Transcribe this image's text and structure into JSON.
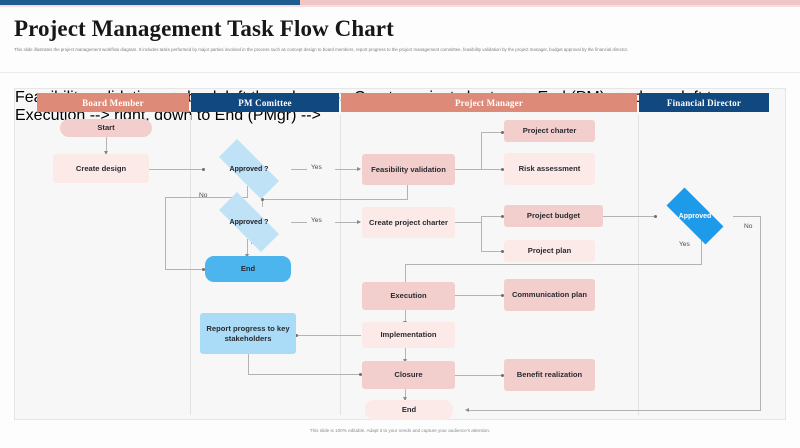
{
  "header": {
    "title": "Project Management Task Flow Chart",
    "subtitle": "This slide illustrates the project management workflow diagram. It includes tasks performed by major parties involved in the process such as concept design to board members, report progress to the project management committee, feasibility validation by the project manager, budget approval by the financial director."
  },
  "footer": {
    "note": "This slide is 100% editable. Adapt it to your needs and capture your audience's attention."
  },
  "colors": {
    "accent_navy": "#11487f",
    "accent_pink": "#dd8a78",
    "node_pink_dark": "#f2cfcc",
    "node_pink_light": "#fbeae8",
    "node_blue_light": "#aadcf7",
    "node_blue_mid": "#4db5ee",
    "diamond_blue": "#bfe2f7",
    "diamond_solid": "#1d9bea"
  },
  "lanes": [
    {
      "id": "board-member",
      "label": "Board Member",
      "style": "pink"
    },
    {
      "id": "pm-committee",
      "label": "PM Comittee",
      "style": "navy"
    },
    {
      "id": "project-manager",
      "label": "Project Manager",
      "style": "pink"
    },
    {
      "id": "financial-director",
      "label": "Financial Director",
      "style": "navy"
    }
  ],
  "nodes": {
    "start": "Start",
    "create_design": "Create design",
    "approved_1": "Approved ?",
    "approved_2": "Approved ?",
    "end_pm": "End",
    "report_progress": "Report progress to key stakeholders",
    "feasibility_validation": "Feasibility validation",
    "create_project_charter": "Create project charter",
    "project_charter": "Project charter",
    "risk_assessment": "Risk assessment",
    "project_budget": "Project budget",
    "project_plan": "Project plan",
    "execution": "Execution",
    "communication_plan": "Communication plan",
    "implementation": "Implementation",
    "closure": "Closure",
    "benefit_realization": "Benefit realization",
    "end_pmgr": "End",
    "approved_finance": "Approved"
  },
  "edge_labels": {
    "yes_1": "Yes",
    "yes_2": "Yes",
    "no_1": "No",
    "no_2": "No",
    "yes_finance": "Yes",
    "no_finance": "No"
  },
  "chart_data": {
    "type": "diagram",
    "diagram_kind": "swimlane-flowchart",
    "title": "Project Management Task Flow Chart",
    "lanes": [
      "Board Member",
      "PM Comittee",
      "Project Manager",
      "Financial Director"
    ],
    "nodes": [
      {
        "id": "start",
        "label": "Start",
        "lane": "Board Member",
        "shape": "terminator",
        "fill": "#f2cfcc"
      },
      {
        "id": "create_design",
        "label": "Create design",
        "lane": "Board Member",
        "shape": "process",
        "fill": "#fbeae8"
      },
      {
        "id": "approved_1",
        "label": "Approved ?",
        "lane": "PM Comittee",
        "shape": "decision",
        "fill": "#bfe2f7"
      },
      {
        "id": "approved_2",
        "label": "Approved ?",
        "lane": "PM Comittee",
        "shape": "decision",
        "fill": "#bfe2f7"
      },
      {
        "id": "end_pm",
        "label": "End",
        "lane": "PM Comittee",
        "shape": "terminator",
        "fill": "#4db5ee"
      },
      {
        "id": "report_progress",
        "label": "Report progress to key stakeholders",
        "lane": "PM Comittee",
        "shape": "process",
        "fill": "#aadcf7"
      },
      {
        "id": "feasibility_validation",
        "label": "Feasibility validation",
        "lane": "Project Manager",
        "shape": "process",
        "fill": "#f2cfcc"
      },
      {
        "id": "create_project_charter",
        "label": "Create project charter",
        "lane": "Project Manager",
        "shape": "process",
        "fill": "#fbeae8"
      },
      {
        "id": "project_charter",
        "label": "Project charter",
        "lane": "Project Manager",
        "shape": "process",
        "fill": "#f2cfcc"
      },
      {
        "id": "risk_assessment",
        "label": "Risk assessment",
        "lane": "Project Manager",
        "shape": "process",
        "fill": "#fbeae8"
      },
      {
        "id": "project_budget",
        "label": "Project budget",
        "lane": "Project Manager",
        "shape": "process",
        "fill": "#f2cfcc"
      },
      {
        "id": "project_plan",
        "label": "Project plan",
        "lane": "Project Manager",
        "shape": "process",
        "fill": "#fbeae8"
      },
      {
        "id": "execution",
        "label": "Execution",
        "lane": "Project Manager",
        "shape": "process",
        "fill": "#f2cfcc"
      },
      {
        "id": "communication_plan",
        "label": "Communication plan",
        "lane": "Project Manager",
        "shape": "process",
        "fill": "#f2cfcc"
      },
      {
        "id": "implementation",
        "label": "Implementation",
        "lane": "Project Manager",
        "shape": "process",
        "fill": "#fbeae8"
      },
      {
        "id": "closure",
        "label": "Closure",
        "lane": "Project Manager",
        "shape": "process",
        "fill": "#f2cfcc"
      },
      {
        "id": "benefit_realization",
        "label": "Benefit realization",
        "lane": "Project Manager",
        "shape": "process",
        "fill": "#f2cfcc"
      },
      {
        "id": "end_pmgr",
        "label": "End",
        "lane": "Project Manager",
        "shape": "terminator",
        "fill": "#fbeae8"
      },
      {
        "id": "approved_finance",
        "label": "Approved",
        "lane": "Financial Director",
        "shape": "decision",
        "fill": "#1d9bea"
      }
    ],
    "edges": [
      {
        "from": "start",
        "to": "create_design",
        "label": ""
      },
      {
        "from": "create_design",
        "to": "approved_1",
        "label": ""
      },
      {
        "from": "approved_1",
        "to": "feasibility_validation",
        "label": "Yes"
      },
      {
        "from": "approved_1",
        "to": "create_design",
        "label": "No"
      },
      {
        "from": "approved_2",
        "to": "create_project_charter",
        "label": "Yes"
      },
      {
        "from": "approved_2",
        "to": "end_pm",
        "label": "No"
      },
      {
        "from": "feasibility_validation",
        "to": "project_charter",
        "label": ""
      },
      {
        "from": "feasibility_validation",
        "to": "risk_assessment",
        "label": ""
      },
      {
        "from": "feasibility_validation",
        "to": "approved_2",
        "label": ""
      },
      {
        "from": "create_project_charter",
        "to": "project_budget",
        "label": ""
      },
      {
        "from": "create_project_charter",
        "to": "project_plan",
        "label": ""
      },
      {
        "from": "project_budget",
        "to": "approved_finance",
        "label": ""
      },
      {
        "from": "approved_finance",
        "to": "execution",
        "label": "Yes"
      },
      {
        "from": "approved_finance",
        "to": "end_pmgr",
        "label": "No"
      },
      {
        "from": "execution",
        "to": "communication_plan",
        "label": ""
      },
      {
        "from": "execution",
        "to": "implementation",
        "label": ""
      },
      {
        "from": "implementation",
        "to": "report_progress",
        "label": ""
      },
      {
        "from": "implementation",
        "to": "closure",
        "label": ""
      },
      {
        "from": "report_progress",
        "to": "closure",
        "label": ""
      },
      {
        "from": "closure",
        "to": "benefit_realization",
        "label": ""
      },
      {
        "from": "closure",
        "to": "end_pmgr",
        "label": ""
      }
    ]
  }
}
